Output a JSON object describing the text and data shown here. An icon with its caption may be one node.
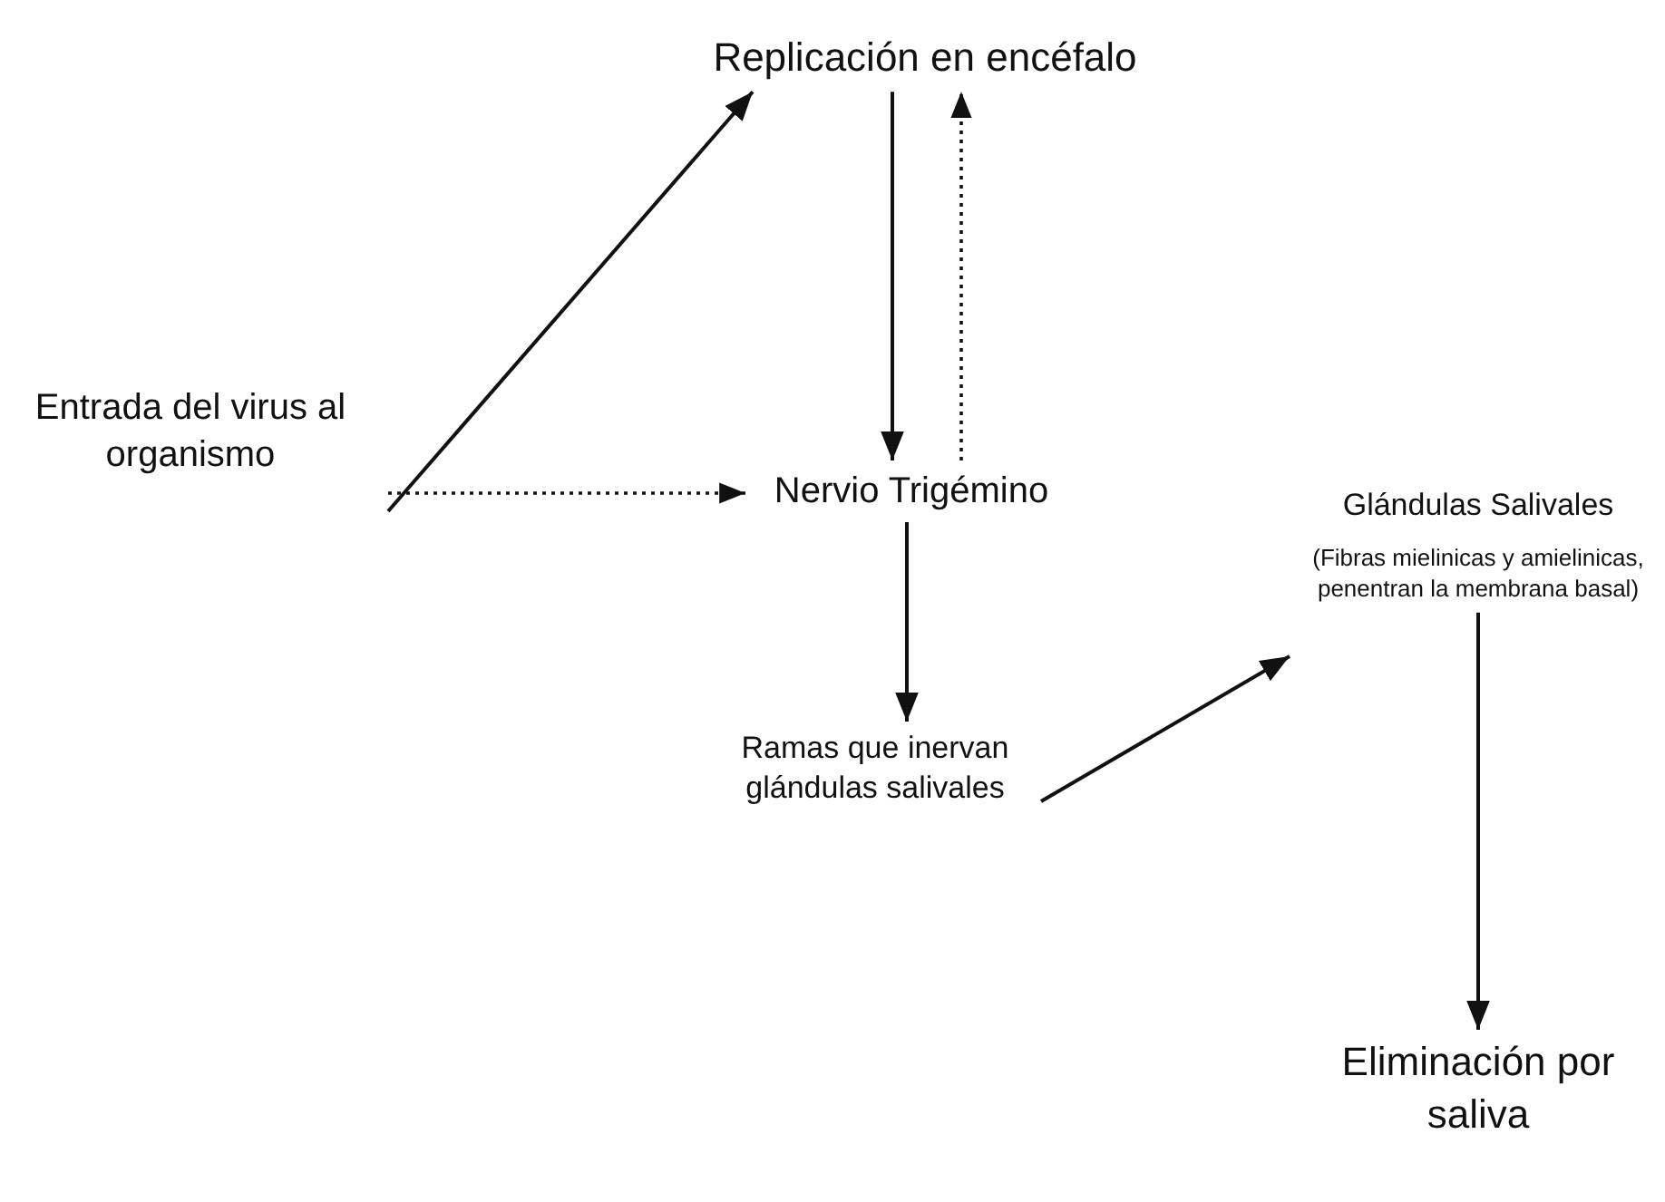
{
  "diagram": {
    "nodes": [
      {
        "text": [
          "Replicación en encéfalo"
        ]
      },
      {
        "text": [
          "Entrada del virus al organismo"
        ]
      },
      {
        "text": [
          "Nervio Trigémino"
        ]
      },
      {
        "text": [
          "Glándulas Salivales",
          "(Fibras mielinicas y amielinicas, penentran la membrana basal)"
        ]
      },
      {
        "text": [
          "Ramas que inervan glándulas salivales"
        ]
      },
      {
        "text": [
          "Eliminación por saliva"
        ]
      }
    ],
    "edges": [
      {
        "from": 1,
        "to": 0,
        "arrow": "to"
      },
      {
        "from": 1,
        "to": 2,
        "arrow": "to",
        "style": "dashed"
      },
      {
        "from": 0,
        "to": 2,
        "arrow": "to"
      },
      {
        "from": 2,
        "to": 0,
        "arrow": "to",
        "style": "dashed"
      },
      {
        "from": 2,
        "to": 4,
        "arrow": "to"
      },
      {
        "from": 4,
        "to": 3,
        "arrow": "to"
      },
      {
        "from": 3,
        "to": 5,
        "arrow": "to"
      }
    ]
  }
}
